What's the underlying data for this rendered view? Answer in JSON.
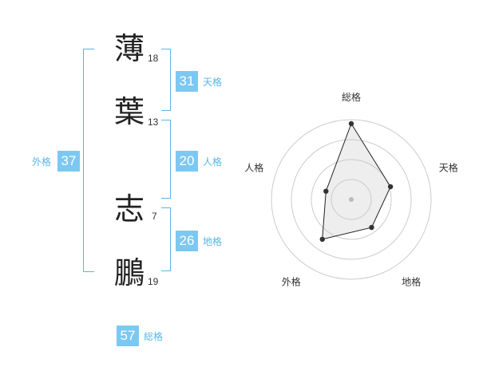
{
  "chart_data": {
    "type": "radar",
    "axes": [
      "総格",
      "天格",
      "地格",
      "外格",
      "人格"
    ],
    "values": [
      57,
      31,
      26,
      37,
      20
    ],
    "rmax": 60,
    "rings": 4
  },
  "name": {
    "chars": [
      {
        "char": "薄",
        "strokes": "18"
      },
      {
        "char": "葉",
        "strokes": "13"
      },
      {
        "char": "志",
        "strokes": "7"
      },
      {
        "char": "鵬",
        "strokes": "19"
      }
    ]
  },
  "fortunes": {
    "tenkaku": {
      "value": "31",
      "label": "天格"
    },
    "jinkaku": {
      "value": "20",
      "label": "人格"
    },
    "chikaku": {
      "value": "26",
      "label": "地格"
    },
    "gaikaku": {
      "value": "37",
      "label": "外格"
    },
    "soukaku": {
      "value": "57",
      "label": "総格"
    }
  },
  "colors": {
    "accent": "#7cc8f2",
    "line": "#5bb5e6"
  }
}
